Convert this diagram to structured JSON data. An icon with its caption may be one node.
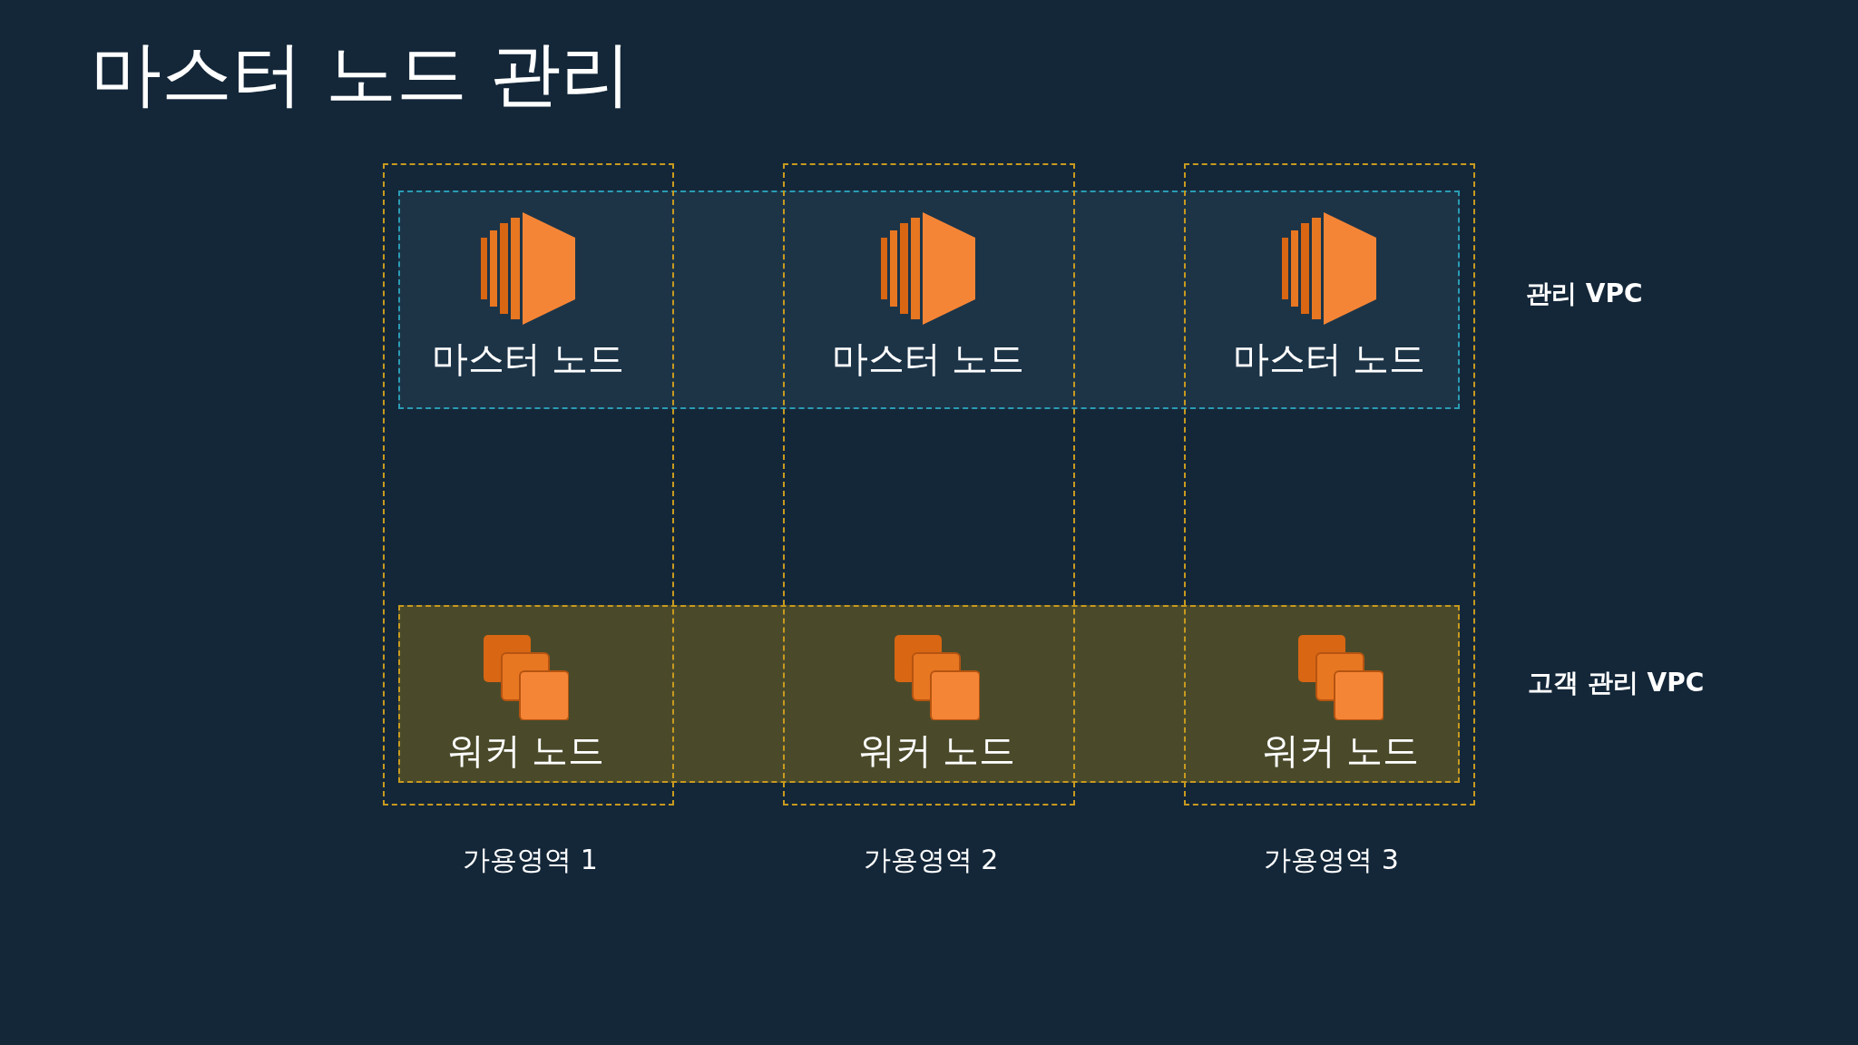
{
  "diagram": {
    "title": "마스터 노드 관리",
    "nodes": [
      {
        "text": [
          "가용영역 1"
        ]
      },
      {
        "text": [
          "가용영역 2"
        ]
      },
      {
        "text": [
          "가용영역 3"
        ]
      },
      {
        "text": [
          "관리 VPC"
        ]
      },
      {
        "text": [
          "마스터 노드"
        ]
      },
      {
        "text": [
          "마스터 노드"
        ]
      },
      {
        "text": [
          "마스터 노드"
        ]
      },
      {
        "text": [
          "고객 관리 VPC"
        ]
      },
      {
        "text": [
          "워커 노드"
        ]
      },
      {
        "text": [
          "워커 노드"
        ]
      },
      {
        "text": [
          "워커 노드"
        ]
      }
    ]
  }
}
